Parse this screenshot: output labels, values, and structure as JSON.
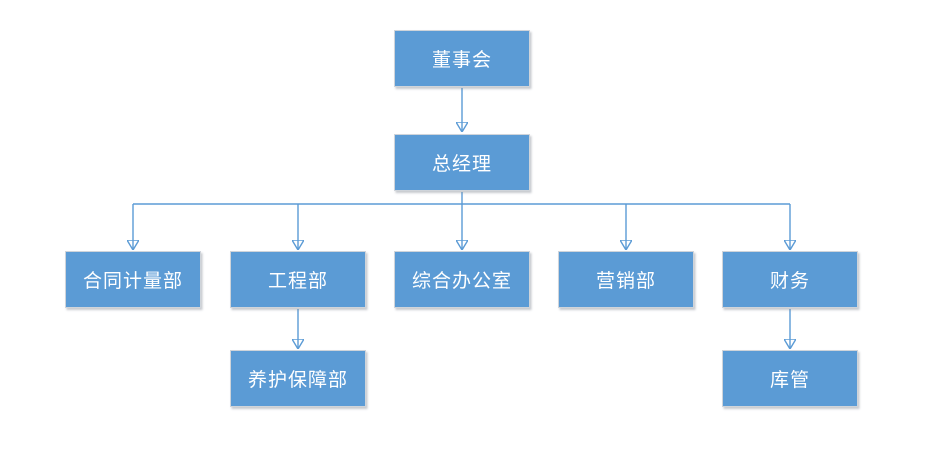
{
  "org_chart": {
    "background_color": "#ffffff",
    "node_fill_color": "#5b9bd5",
    "node_border_color": "#cfd4da",
    "node_text_color": "#ffffff",
    "connector_color": "#5b9bd5",
    "nodes": [
      {
        "id": "board",
        "label": "董事会",
        "parent": null
      },
      {
        "id": "gm",
        "label": "总经理",
        "parent": "board"
      },
      {
        "id": "contract",
        "label": "合同计量部",
        "parent": "gm"
      },
      {
        "id": "engineering",
        "label": "工程部",
        "parent": "gm"
      },
      {
        "id": "office",
        "label": "综合办公室",
        "parent": "gm"
      },
      {
        "id": "marketing",
        "label": "营销部",
        "parent": "gm"
      },
      {
        "id": "finance",
        "label": "财务",
        "parent": "gm"
      },
      {
        "id": "maintenance",
        "label": "养护保障部",
        "parent": "engineering"
      },
      {
        "id": "warehouse",
        "label": "库管",
        "parent": "finance"
      }
    ]
  }
}
